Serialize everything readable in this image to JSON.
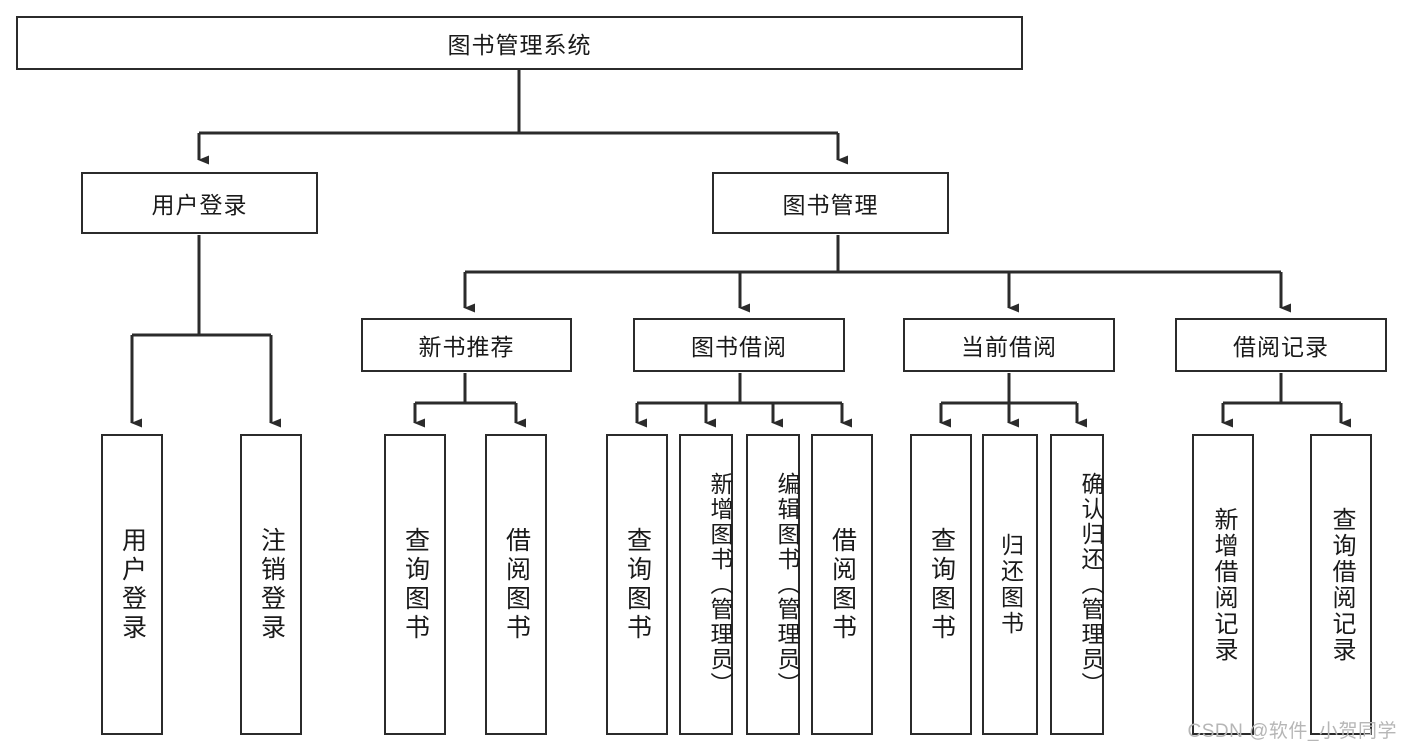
{
  "diagram": {
    "title": "图书管理系统",
    "type": "tree-hierarchy-diagram",
    "colors": {
      "box_border": "#2b2b2b",
      "box_fill": "#ffffff",
      "edge": "#2b2b2b",
      "text": "#1a1a1a",
      "watermark": "#b6b6b6",
      "background": "#ffffff"
    }
  },
  "nodes": {
    "root": {
      "label": "图书管理系统"
    },
    "level2": [
      {
        "label": "用户登录"
      },
      {
        "label": "图书管理"
      }
    ],
    "level3": [
      {
        "label": "新书推荐"
      },
      {
        "label": "图书借阅"
      },
      {
        "label": "当前借阅"
      },
      {
        "label": "借阅记录"
      }
    ],
    "leaves": {
      "user_login": [
        {
          "label": "用户登录"
        },
        {
          "label": "注销登录"
        }
      ],
      "new_book_recommend": [
        {
          "label": "查询图书"
        },
        {
          "label": "借阅图书"
        }
      ],
      "book_borrow": [
        {
          "label": "查询图书"
        },
        {
          "label": "新增图书（管理员）"
        },
        {
          "label": "编辑图书（管理员）"
        },
        {
          "label": "借阅图书"
        }
      ],
      "current_borrow": [
        {
          "label": "查询图书"
        },
        {
          "label": "归还图书"
        },
        {
          "label": "确认归还（管理员）"
        }
      ],
      "borrow_record": [
        {
          "label": "新增借阅记录"
        },
        {
          "label": "查询借阅记录"
        }
      ]
    }
  },
  "watermark": {
    "text": "CSDN @软件_小贺同学"
  }
}
